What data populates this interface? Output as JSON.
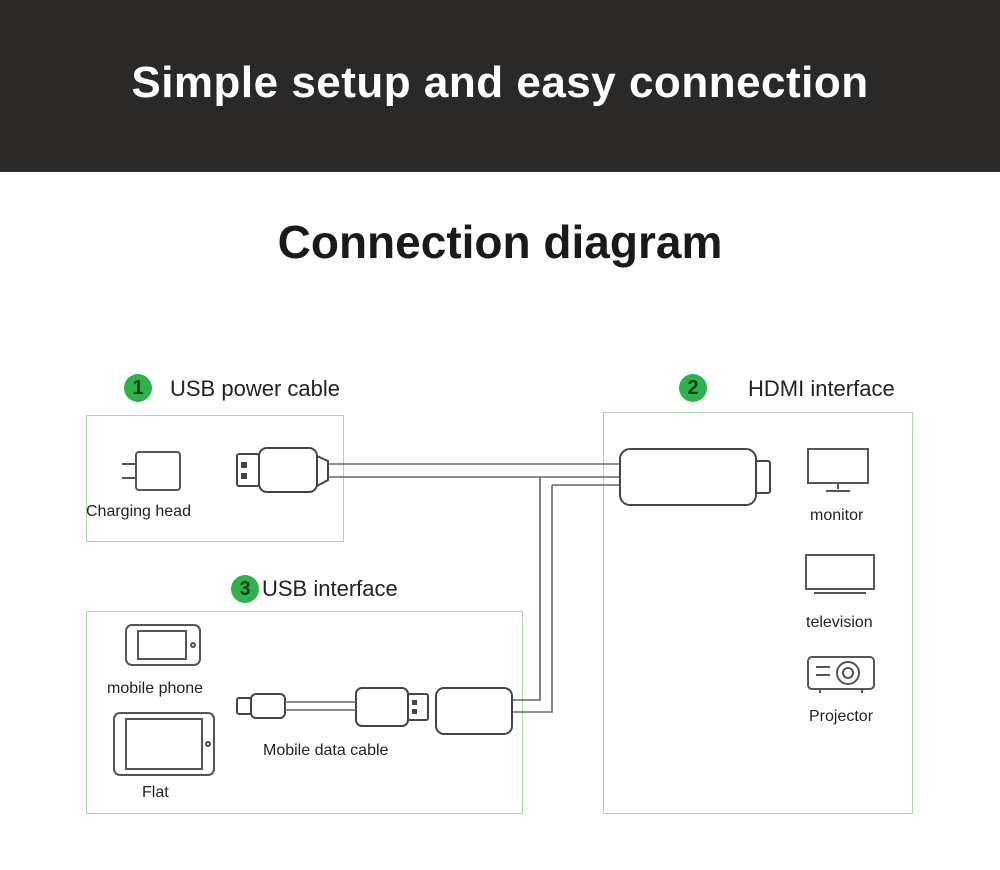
{
  "banner": {
    "title": "Simple setup and easy connection"
  },
  "diagram": {
    "title": "Connection diagram",
    "sections": [
      {
        "number": "1",
        "label": "USB power cable"
      },
      {
        "number": "2",
        "label": "HDMI interface"
      },
      {
        "number": "3",
        "label": "USB interface"
      }
    ],
    "devices": {
      "charging_head": "Charging head",
      "mobile_phone": "mobile phone",
      "flat": "Flat",
      "mobile_data_cable": "Mobile data cable",
      "monitor": "monitor",
      "television": "television",
      "projector": "Projector"
    }
  },
  "colors": {
    "banner_bg": "#2b2828",
    "accent_green": "#2db34a",
    "box_border": "#a9d9a9"
  }
}
